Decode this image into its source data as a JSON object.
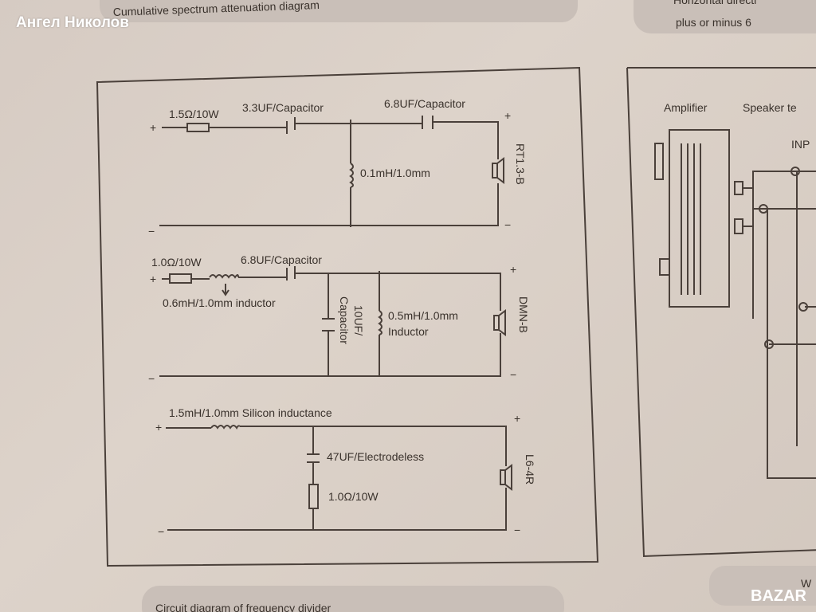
{
  "top_headings": {
    "left": "Cumulative spectrum attenuation diagram",
    "right_line1": "Horizontal directi",
    "right_line2": "plus or minus 6"
  },
  "watermark": "Ангел Николов",
  "logo": "BAZAR",
  "bottom_heading": "Circuit diagram of frequency divider",
  "plus": "+",
  "minus": "−",
  "circuit1": {
    "resistor": "1.5Ω/10W",
    "cap1": "3.3UF/Capacitor",
    "cap2": "6.8UF/Capacitor",
    "inductor": "0.1mH/1.0mm",
    "speaker": "RT1.3-B"
  },
  "circuit2": {
    "resistor": "1.0Ω/10W",
    "cap1": "6.8UF/Capacitor",
    "inductor1": "0.6mH/1.0mm inductor",
    "cap2_a": "10UF/",
    "cap2_b": "Capacitor",
    "inductor2_a": "0.5mH/1.0mm",
    "inductor2_b": "Inductor",
    "speaker": "DMN-B"
  },
  "circuit3": {
    "inductor": "1.5mH/1.0mm Silicon inductance",
    "cap": "47UF/Electrodeless",
    "resistor": "1.0Ω/10W",
    "speaker": "L6-4R"
  },
  "right_panel": {
    "amplifier": "Amplifier",
    "speaker_terminal": "Speaker te",
    "input": "INP",
    "bottom": "W"
  }
}
